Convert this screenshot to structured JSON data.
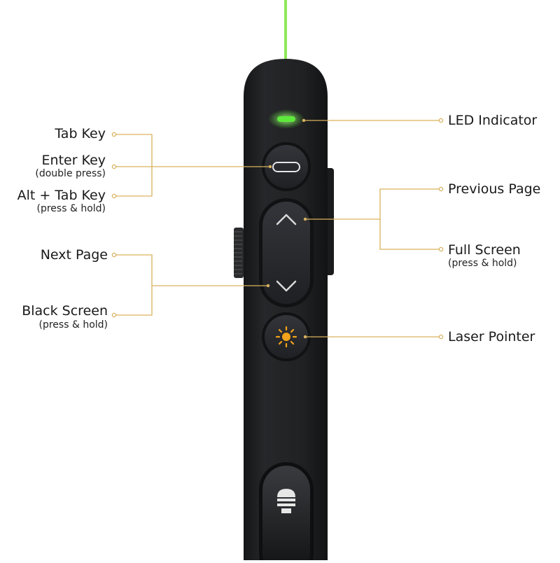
{
  "colors": {
    "leader_line": "#d9b25e",
    "laser_beam": "#8ee85a",
    "led": "#5dea3c",
    "body": "#1e1f21",
    "button": "#2a2b2e",
    "laser_icon": "#f2a31b",
    "background": "#ffffff"
  },
  "icons": {
    "enter": "rounded-rectangle-icon",
    "up": "chevron-up-icon",
    "down": "chevron-down-icon",
    "laser": "sun-icon",
    "usb_receiver": "usb-receiver-icon"
  },
  "labels": {
    "tab_key": "Tab Key",
    "enter_key": "Enter Key",
    "enter_key_note": "(double press)",
    "alt_tab_key": "Alt + Tab Key",
    "alt_tab_key_note": "(press & hold)",
    "next_page": "Next Page",
    "black_screen": "Black Screen",
    "black_screen_note": "(press & hold)",
    "led_indicator": "LED Indicator",
    "previous_page": "Previous Page",
    "full_screen": "Full Screen",
    "full_screen_note": "(press & hold)",
    "laser_pointer": "Laser Pointer"
  }
}
